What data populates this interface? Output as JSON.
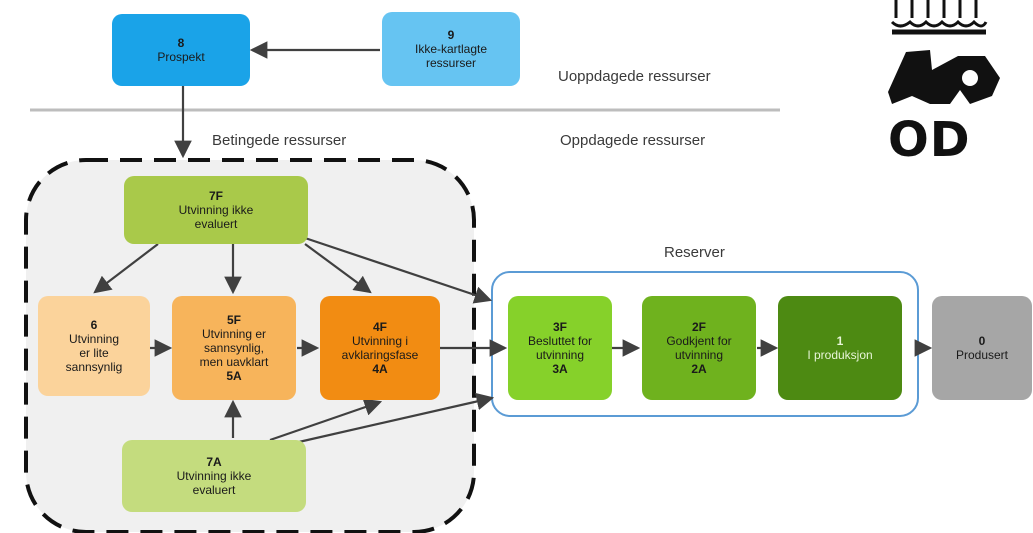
{
  "regions": {
    "undiscovered": "Uoppdagede ressurser",
    "discovered": "Oppdagede ressurser",
    "contingent": "Betingede ressurser",
    "reserves": "Reserver"
  },
  "boxes": {
    "b8": {
      "code": "8",
      "lines": [
        "Prospekt"
      ]
    },
    "b9": {
      "code": "9",
      "lines": [
        "Ikke-kartlagte",
        "ressurser"
      ]
    },
    "b7f": {
      "code": "7F",
      "lines": [
        "Utvinning ikke",
        "evaluert"
      ]
    },
    "b6": {
      "code": "6",
      "lines": [
        "Utvinning",
        "er lite",
        "sannsynlig"
      ]
    },
    "b5": {
      "code": "5F",
      "lines": [
        "Utvinning er",
        "sannsynlig,",
        "men uavklart"
      ],
      "code2": "5A"
    },
    "b4": {
      "code": "4F",
      "lines": [
        "Utvinning i",
        "avklaringsfase"
      ],
      "code2": "4A"
    },
    "b7a": {
      "code": "7A",
      "lines": [
        "Utvinning ikke",
        "evaluert"
      ]
    },
    "b3": {
      "code": "3F",
      "lines": [
        "Besluttet for",
        "utvinning"
      ],
      "code2": "3A"
    },
    "b2": {
      "code": "2F",
      "lines": [
        "Godkjent for",
        "utvinning"
      ],
      "code2": "2A"
    },
    "b1": {
      "code": "1",
      "lines": [
        "I produksjon"
      ]
    },
    "b0": {
      "code": "0",
      "lines": [
        "Produsert"
      ]
    }
  },
  "logo": {
    "text": "OD"
  },
  "colors": {
    "prospekt": "#1aa3e8",
    "ikke_kartlagte": "#66c4f2",
    "b7": "#a9c94a",
    "b7a": "#c4dc7e",
    "b6": "#fbd39b",
    "b5": "#f7b45b",
    "b4": "#f28c12",
    "b3": "#86d12a",
    "b2": "#6fb21e",
    "b1": "#4d8a12",
    "b0": "#a6a6a6",
    "contingent_bg": "#f0f0f0",
    "reserve_border": "#5b9bd5"
  }
}
